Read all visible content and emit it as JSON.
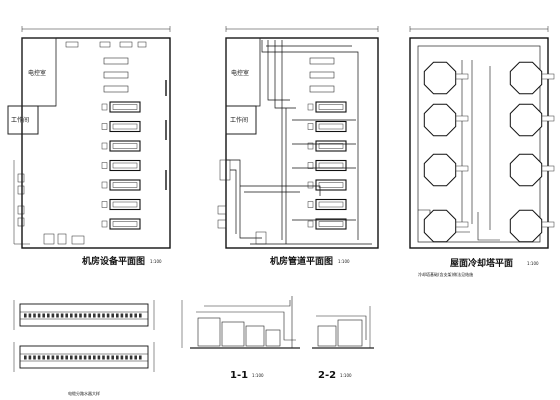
{
  "drawing": {
    "plan_equipment": {
      "title": "机房设备平面图",
      "scale": "1:100",
      "rooms": [
        "电控室",
        "工作间"
      ],
      "unit_count": 7
    },
    "plan_piping": {
      "title": "机房管道平面图",
      "scale": "1:100",
      "rooms": [
        "电控室",
        "工作间"
      ],
      "unit_count": 7
    },
    "plan_roof": {
      "title": "屋面冷却塔平面",
      "scale": "1:100",
      "note": "冷却塔基础(含支架)做法见结施",
      "tower_count": 8
    },
    "detail": {
      "caption": "电缆分路水器大样"
    },
    "section_1": {
      "label": "1-1",
      "scale": "1:100"
    },
    "section_2": {
      "label": "2-2",
      "scale": "1:100"
    },
    "colors": {
      "line": "#222222",
      "paper": "#ffffff"
    }
  }
}
